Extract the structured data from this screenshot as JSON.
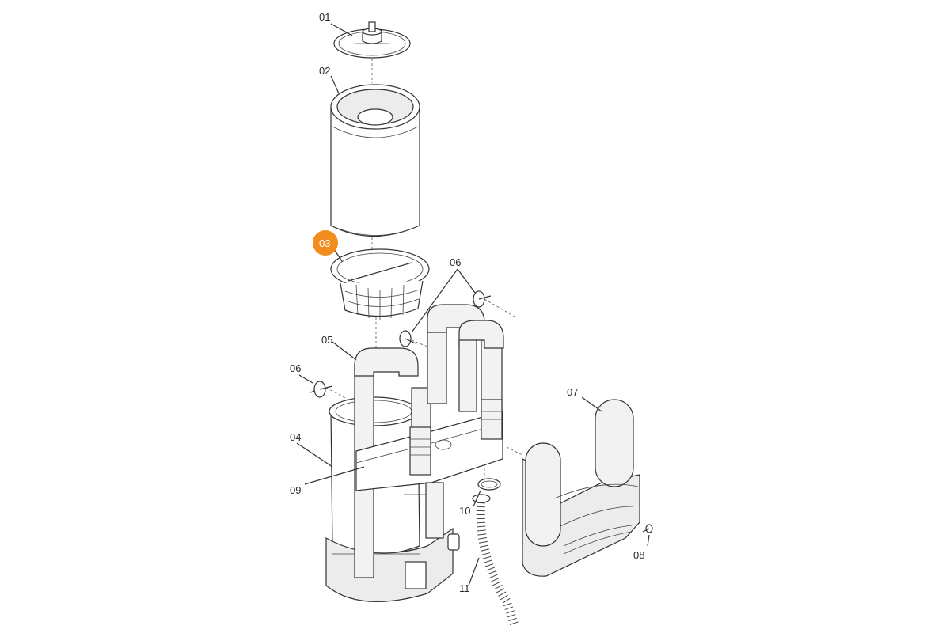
{
  "diagram": {
    "labels": {
      "p01": "01",
      "p02": "02",
      "p03": "03",
      "p04": "04",
      "p05": "05",
      "p06a": "06",
      "p06b": "06",
      "p07": "07",
      "p08": "08",
      "p09": "09",
      "p10": "10",
      "p11": "11"
    },
    "highlighted_part": "03",
    "colors": {
      "highlight": "#f28c1e",
      "line": "#333333",
      "background": "#ffffff"
    }
  }
}
